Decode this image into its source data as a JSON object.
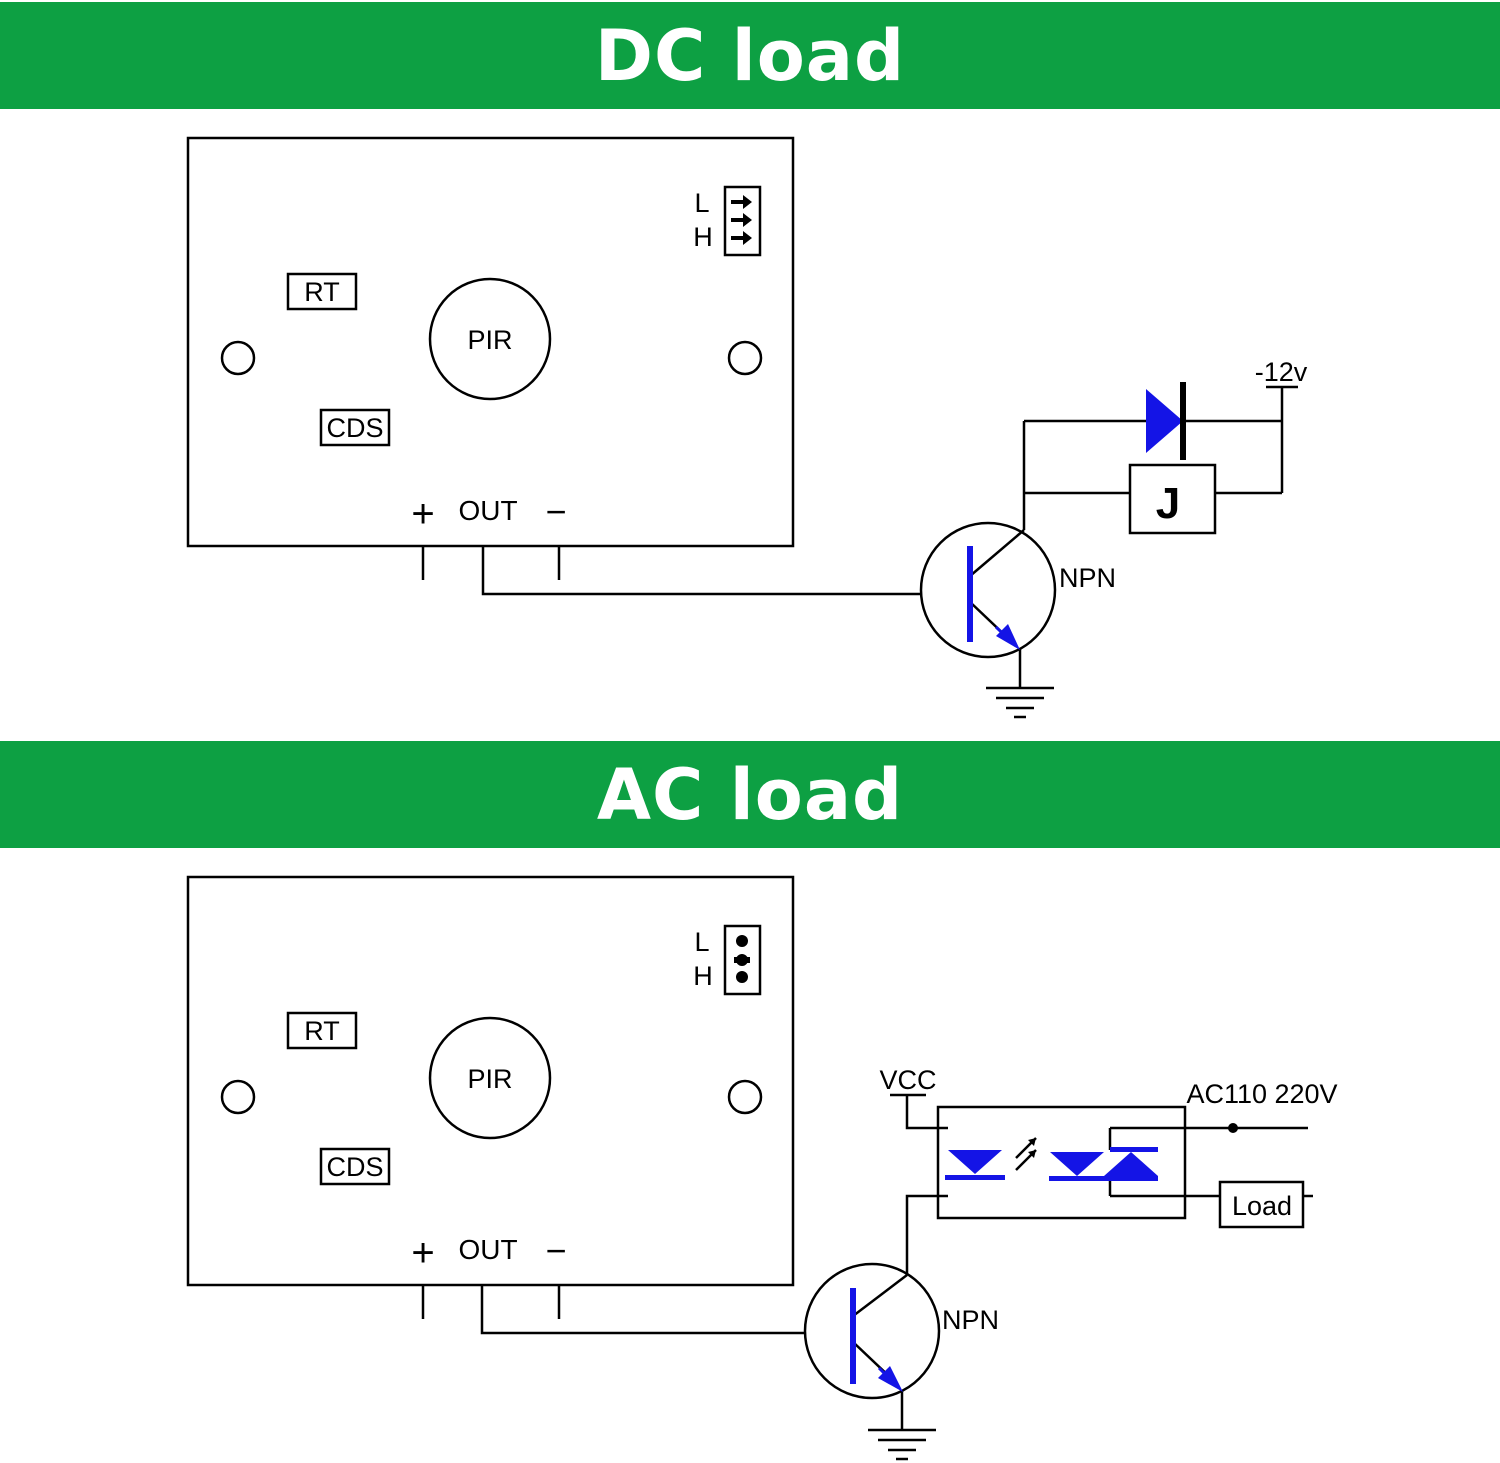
{
  "colors": {
    "banner": "#0da043",
    "component_blue": "#1414e6",
    "line": "#000000"
  },
  "dc": {
    "title": "DC load",
    "board": {
      "rt": "RT",
      "pir": "PIR",
      "cds": "CDS",
      "jumper_l": "L",
      "jumper_h": "H",
      "plus": "+",
      "out": "OUT",
      "minus": "−"
    },
    "supply": "-12v",
    "relay": "J",
    "transistor": "NPN"
  },
  "ac": {
    "title": "AC load",
    "board": {
      "rt": "RT",
      "pir": "PIR",
      "cds": "CDS",
      "jumper_l": "L",
      "jumper_h": "H",
      "plus": "+",
      "out": "OUT",
      "minus": "−"
    },
    "vcc": "VCC",
    "mains": "AC110 220V",
    "load": "Load",
    "transistor": "NPN"
  }
}
